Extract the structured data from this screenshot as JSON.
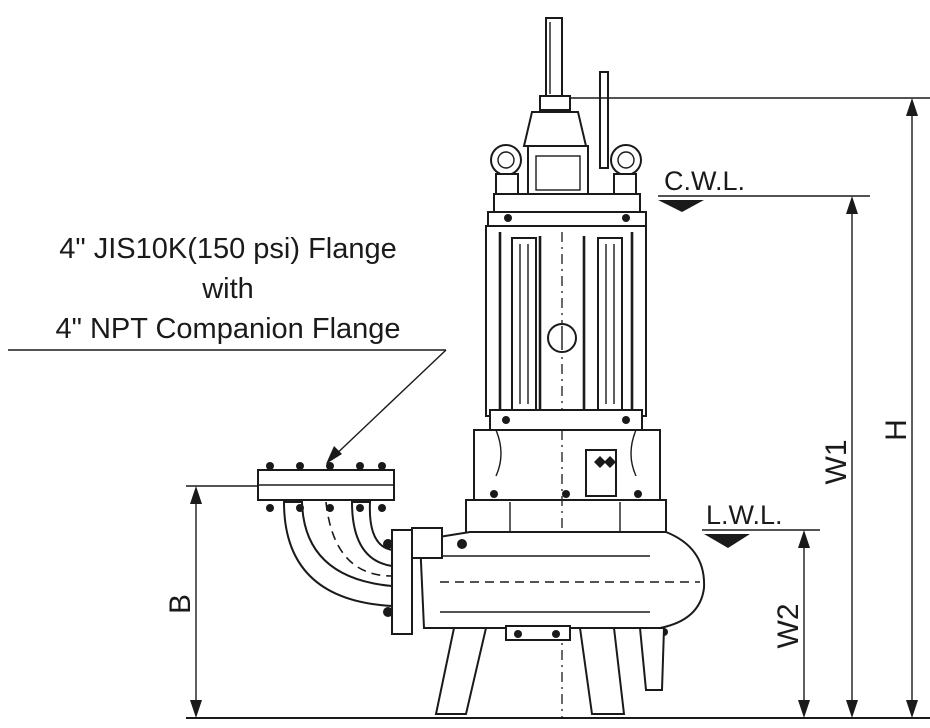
{
  "diagram": {
    "callout": {
      "line1": "4\" JIS10K(150 psi) Flange",
      "line2": "with",
      "line3": "4\" NPT Companion Flange"
    },
    "levels": {
      "cwl": "C.W.L.",
      "lwl": "L.W.L."
    },
    "dimensions": {
      "h": "H",
      "w1": "W1",
      "w2": "W2",
      "b": "B"
    }
  }
}
